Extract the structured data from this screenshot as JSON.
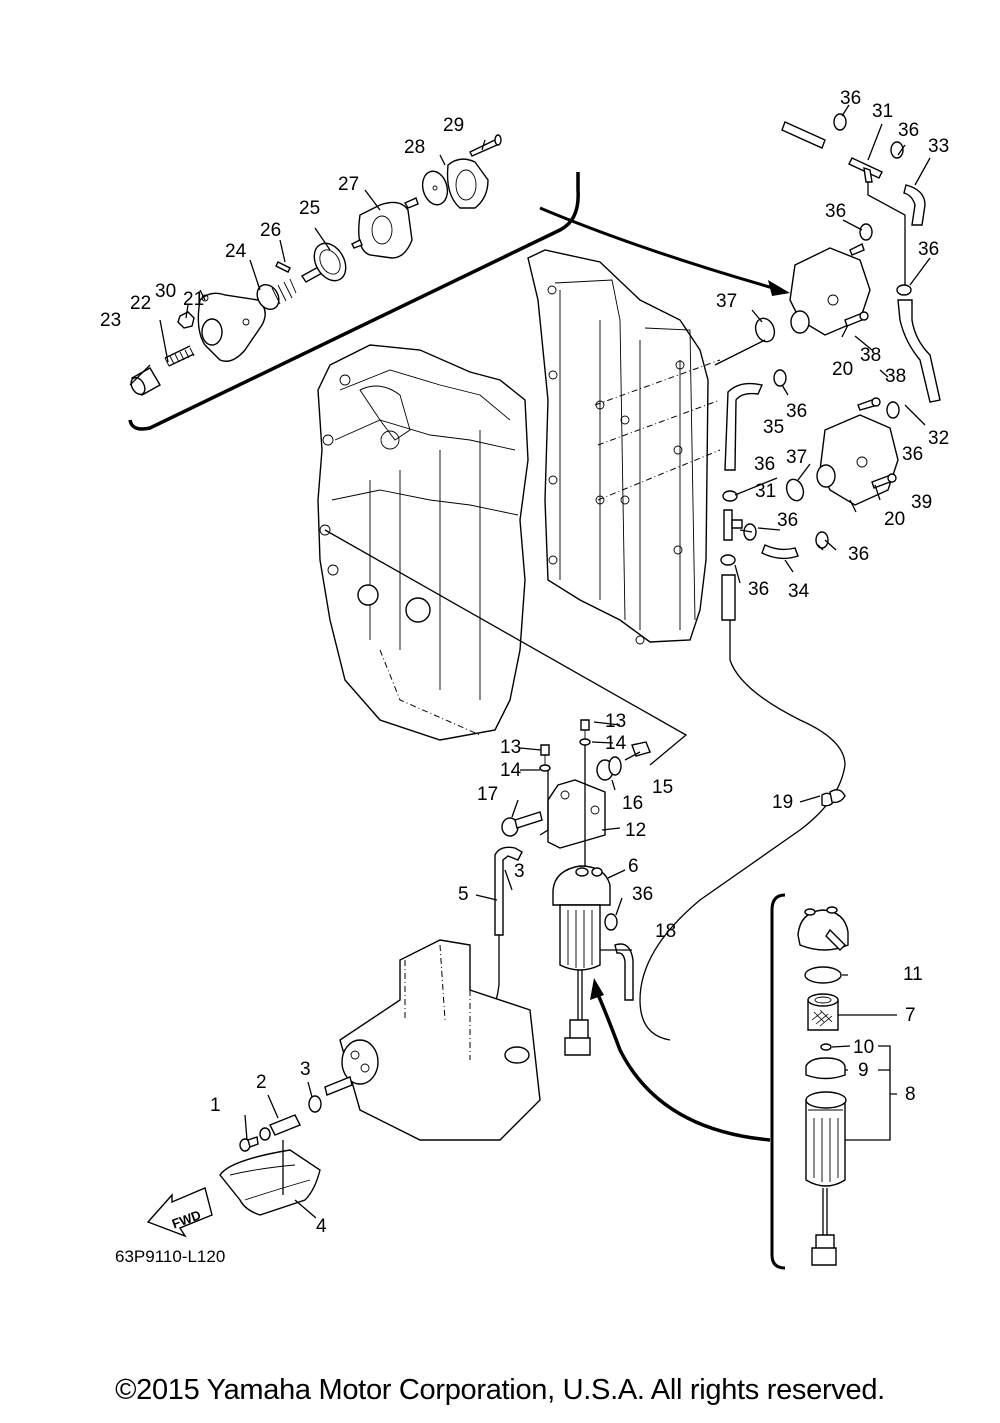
{
  "diagram": {
    "title": "Yamaha outboard fuel system parts diagram",
    "drawing_code": "63P9110-L120",
    "direction_marker": "FWD",
    "callouts": [
      {
        "id": "c1",
        "label": "1"
      },
      {
        "id": "c2",
        "label": "2"
      },
      {
        "id": "c3a",
        "label": "3"
      },
      {
        "id": "c3b",
        "label": "3"
      },
      {
        "id": "c4",
        "label": "4"
      },
      {
        "id": "c5",
        "label": "5"
      },
      {
        "id": "c6",
        "label": "6"
      },
      {
        "id": "c7",
        "label": "7"
      },
      {
        "id": "c8",
        "label": "8"
      },
      {
        "id": "c9",
        "label": "9"
      },
      {
        "id": "c10",
        "label": "10"
      },
      {
        "id": "c11",
        "label": "11"
      },
      {
        "id": "c12",
        "label": "12"
      },
      {
        "id": "c13a",
        "label": "13"
      },
      {
        "id": "c13b",
        "label": "13"
      },
      {
        "id": "c14a",
        "label": "14"
      },
      {
        "id": "c14b",
        "label": "14"
      },
      {
        "id": "c15",
        "label": "15"
      },
      {
        "id": "c16",
        "label": "16"
      },
      {
        "id": "c17",
        "label": "17"
      },
      {
        "id": "c18",
        "label": "18"
      },
      {
        "id": "c19",
        "label": "19"
      },
      {
        "id": "c20a",
        "label": "20"
      },
      {
        "id": "c20b",
        "label": "20"
      },
      {
        "id": "c21",
        "label": "21"
      },
      {
        "id": "c22",
        "label": "22"
      },
      {
        "id": "c23",
        "label": "23"
      },
      {
        "id": "c24",
        "label": "24"
      },
      {
        "id": "c25",
        "label": "25"
      },
      {
        "id": "c26",
        "label": "26"
      },
      {
        "id": "c27",
        "label": "27"
      },
      {
        "id": "c28",
        "label": "28"
      },
      {
        "id": "c29",
        "label": "29"
      },
      {
        "id": "c30",
        "label": "30"
      },
      {
        "id": "c31a",
        "label": "31"
      },
      {
        "id": "c31b",
        "label": "31"
      },
      {
        "id": "c32",
        "label": "32"
      },
      {
        "id": "c33",
        "label": "33"
      },
      {
        "id": "c34",
        "label": "34"
      },
      {
        "id": "c35",
        "label": "35"
      },
      {
        "id": "c36a",
        "label": "36"
      },
      {
        "id": "c36b",
        "label": "36"
      },
      {
        "id": "c36c",
        "label": "36"
      },
      {
        "id": "c36d",
        "label": "36"
      },
      {
        "id": "c36e",
        "label": "36"
      },
      {
        "id": "c36f",
        "label": "36"
      },
      {
        "id": "c36g",
        "label": "36"
      },
      {
        "id": "c36h",
        "label": "36"
      },
      {
        "id": "c36i",
        "label": "36"
      },
      {
        "id": "c36j",
        "label": "36"
      },
      {
        "id": "c36k",
        "label": "36"
      },
      {
        "id": "c37a",
        "label": "37"
      },
      {
        "id": "c37b",
        "label": "37"
      },
      {
        "id": "c38a",
        "label": "38"
      },
      {
        "id": "c38b",
        "label": "38"
      },
      {
        "id": "c39",
        "label": "39"
      }
    ]
  },
  "footer": {
    "copyright": "©2015 Yamaha Motor Corporation, U.S.A. All rights reserved."
  }
}
